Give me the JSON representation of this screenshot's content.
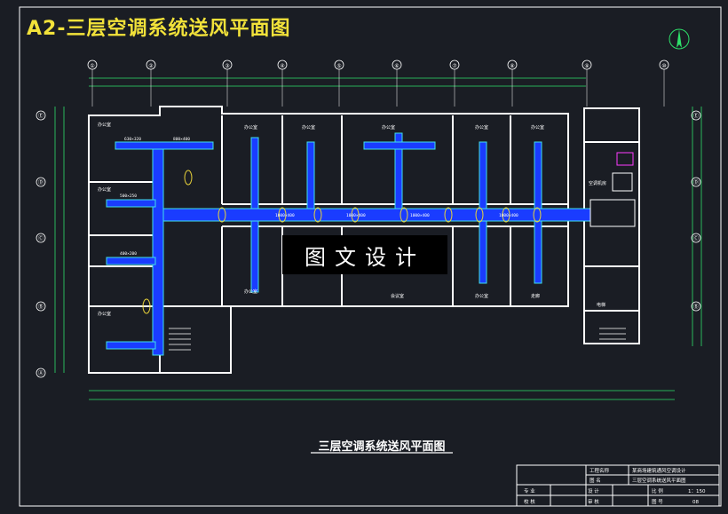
{
  "page_title": "A2-三层空调系统送风平面图",
  "watermark": "图文设计",
  "drawing_caption": "三层空调系统送风平面图",
  "axis_labels_top": [
    "①",
    "②",
    "③",
    "④",
    "⑤",
    "⑥",
    "⑦",
    "⑧",
    "⑨",
    "⑩"
  ],
  "axis_labels_side": [
    "Ⓔ",
    "Ⓓ",
    "Ⓒ",
    "Ⓑ",
    "Ⓐ"
  ],
  "room_labels": {
    "r1": "办公室",
    "r2": "办公室",
    "r3": "办公室",
    "r4": "办公室",
    "r5": "办公室",
    "r6": "办公室",
    "r7": "办公室",
    "r8": "办公室",
    "r9": "会议室",
    "r10": "办公室",
    "r11": "空调机房",
    "r12": "电梯",
    "r13": "办公室",
    "r14": "走廊"
  },
  "duct_labels": [
    "1000×400",
    "1000×400",
    "1000×400",
    "1000×400",
    "800×400",
    "630×320",
    "500×250",
    "400×200"
  ],
  "title_block": {
    "project_label": "工程名称",
    "project_value": "某商场建筑通风空调设计",
    "drawing_label": "图 名",
    "drawing_value": "三层空调系统送风平面图",
    "scale_label": "比 例",
    "scale_value": "1：150",
    "sheet_label": "图 号",
    "sheet_value": "08",
    "row_labels": [
      "专 业",
      "设 计",
      "校 核",
      "审 核"
    ]
  },
  "colors": {
    "background": "#1a1d24",
    "wall": "#ffffff",
    "duct": "#1a3cff",
    "duct_edge": "#40e0e8",
    "title": "#f2e23a",
    "dimension": "#2ee06a",
    "damper": "#e8d23a",
    "accent": "#ff3cff"
  }
}
